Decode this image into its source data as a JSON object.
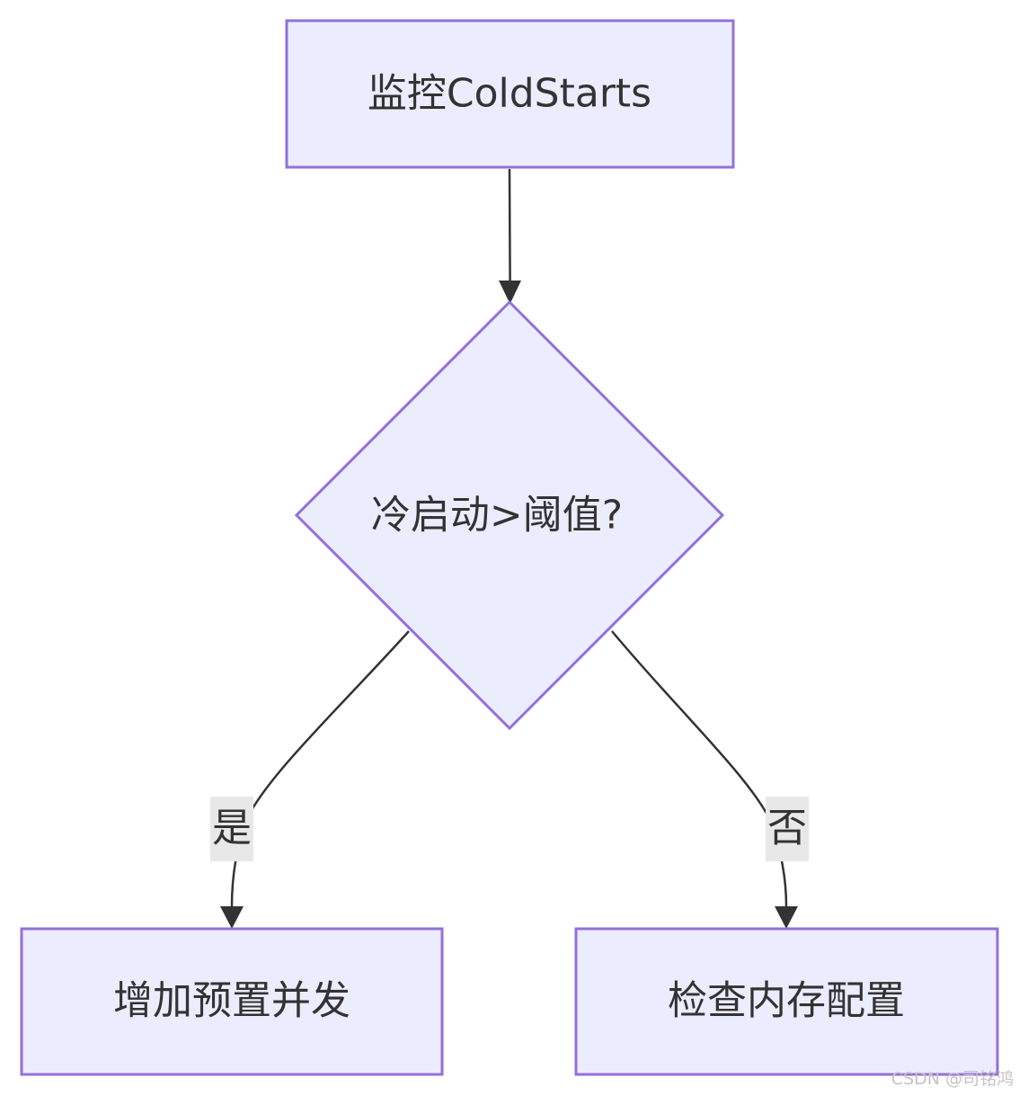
{
  "diagram": {
    "nodes": {
      "monitor": {
        "label": "监控ColdStarts"
      },
      "decision": {
        "label": "冷启动>阈值?"
      },
      "add_concurrency": {
        "label": "增加预置并发"
      },
      "check_memory": {
        "label": "检查内存配置"
      }
    },
    "edges": {
      "yes": {
        "label": "是"
      },
      "no": {
        "label": "否"
      }
    }
  },
  "colors": {
    "node_fill": "#ececff",
    "node_stroke": "#9370db",
    "text": "#333333",
    "edge": "#333333",
    "label_background": "#e8e8e8"
  },
  "watermark": "CSDN @司铭鸿"
}
